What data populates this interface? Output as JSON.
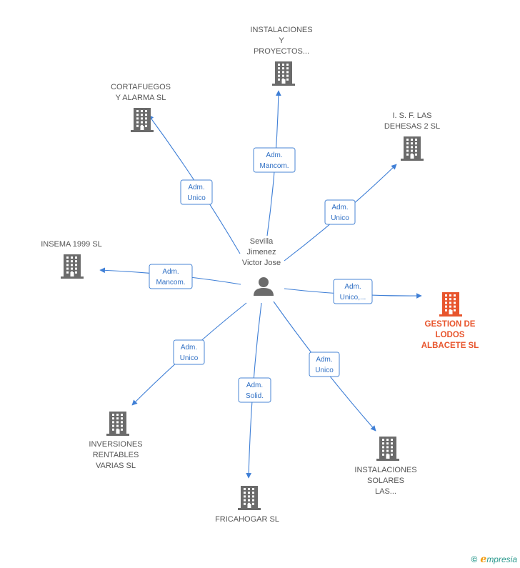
{
  "center": {
    "name_lines": [
      "Sevilla",
      "Jimenez",
      "Victor Jose"
    ],
    "icon": "person-icon"
  },
  "companies": [
    {
      "id": "instalaciones-proyectos",
      "lines": [
        "INSTALACIONES",
        "Y",
        "PROYECTOS..."
      ],
      "relation": [
        "Adm.",
        "Mancom."
      ],
      "highlight": false
    },
    {
      "id": "cortafuegos",
      "lines": [
        "CORTAFUEGOS",
        "Y ALARMA SL"
      ],
      "relation": [
        "Adm.",
        "Unico"
      ],
      "highlight": false
    },
    {
      "id": "isf-dehesas",
      "lines": [
        "I.  S. F. LAS",
        "DEHESAS 2 SL"
      ],
      "relation": [
        "Adm.",
        "Unico"
      ],
      "highlight": false
    },
    {
      "id": "insema",
      "lines": [
        "INSEMA 1999 SL"
      ],
      "relation": [
        "Adm.",
        "Mancom."
      ],
      "highlight": false
    },
    {
      "id": "gestion-lodos",
      "lines": [
        "GESTION DE",
        "LODOS",
        "ALBACETE SL"
      ],
      "relation": [
        "Adm.",
        "Unico,..."
      ],
      "highlight": true
    },
    {
      "id": "inversiones",
      "lines": [
        "INVERSIONES",
        "RENTABLES",
        "VARIAS SL"
      ],
      "relation": [
        "Adm.",
        "Unico"
      ],
      "highlight": false
    },
    {
      "id": "fricahogar",
      "lines": [
        "FRICAHOGAR SL"
      ],
      "relation": [
        "Adm.",
        "Solid."
      ],
      "highlight": false
    },
    {
      "id": "instalaciones-solares",
      "lines": [
        "INSTALACIONES",
        "SOLARES",
        "LAS..."
      ],
      "relation": [
        "Adm.",
        "Unico"
      ],
      "highlight": false
    }
  ],
  "colors": {
    "edge": "#3f7fd6",
    "building": "#6b6b6b",
    "highlight": "#e8552d"
  },
  "footer": {
    "copyright": "©",
    "brand_first": "e",
    "brand_rest": "mpresia"
  }
}
